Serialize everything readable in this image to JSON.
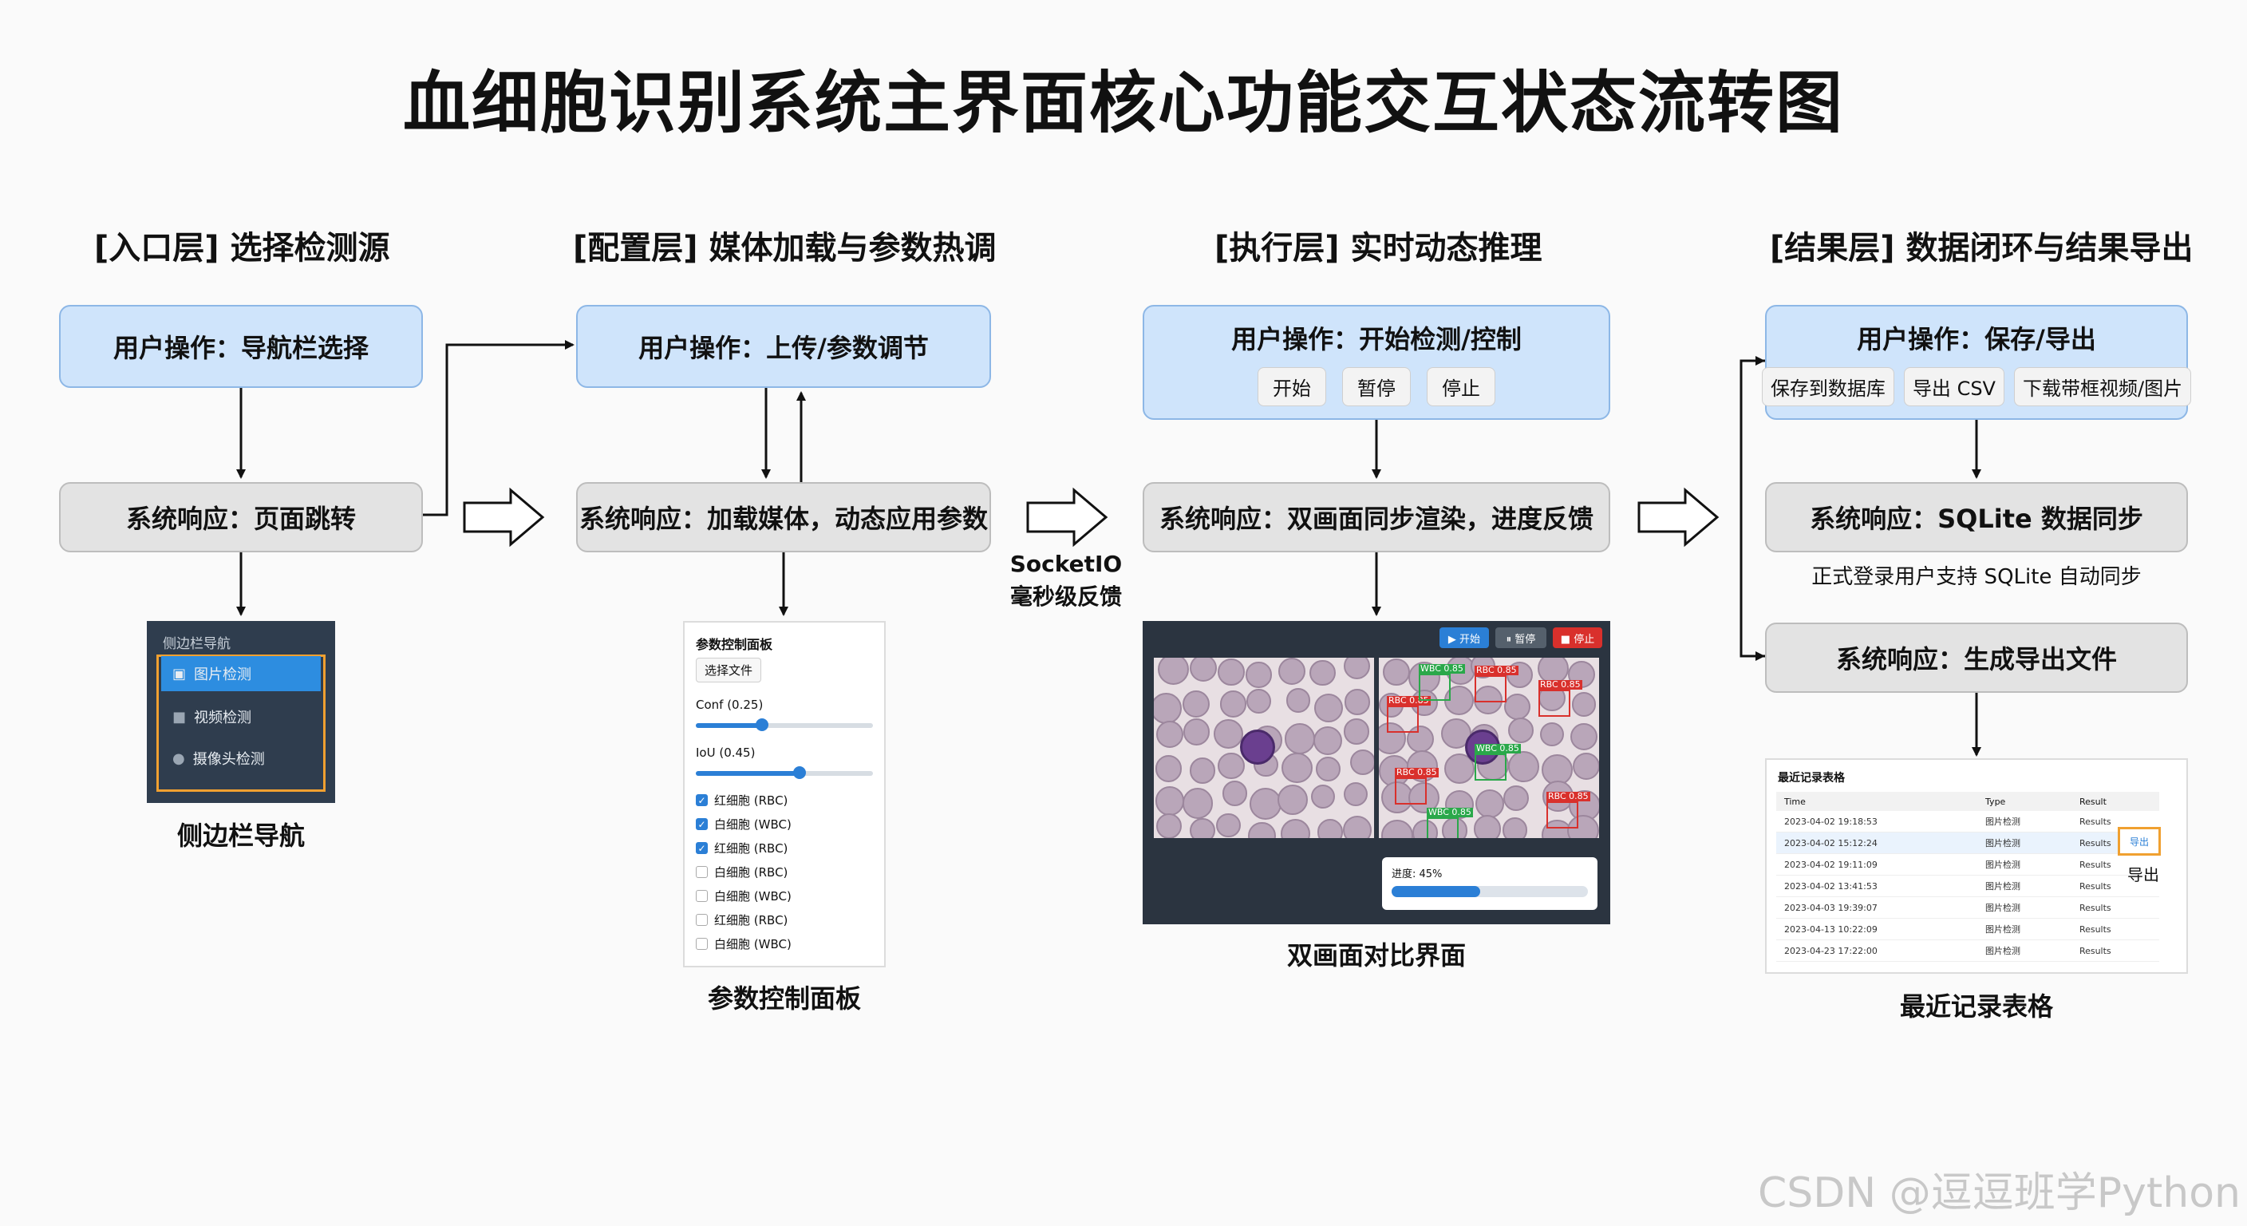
{
  "title": "血细胞识别系统主界面核心功能交互状态流转图",
  "columns": {
    "entry": {
      "title": "[入口层] 选择检测源",
      "user_action": "用户操作：导航栏选择",
      "system_response": "系统响应：页面跳转",
      "caption": "侧边栏导航",
      "sidebar": {
        "header": "侧边栏导航",
        "items": [
          {
            "label": "图片检测",
            "icon": "image-icon"
          },
          {
            "label": "视频检测",
            "icon": "video-icon"
          },
          {
            "label": "摄像头检测",
            "icon": "camera-icon"
          }
        ]
      }
    },
    "config": {
      "title": "[配置层] 媒体加载与参数热调",
      "user_action": "用户操作：上传/参数调节",
      "system_response": "系统响应：加载媒体，动态应用参数",
      "caption": "参数控制面板",
      "panel": {
        "header": "参数控制面板",
        "file_button": "选择文件",
        "conf_label": "Conf (0.25)",
        "conf_value": 0.25,
        "iou_label": "IoU (0.45)",
        "iou_value": 0.45,
        "checks": [
          {
            "label": "红细胞 (RBC)",
            "checked": true
          },
          {
            "label": "白细胞 (WBC)",
            "checked": true
          },
          {
            "label": "红细胞 (RBC)",
            "checked": true
          },
          {
            "label": "白细胞 (RBC)",
            "checked": false
          },
          {
            "label": "白细胞 (WBC)",
            "checked": false
          },
          {
            "label": "红细胞 (RBC)",
            "checked": false
          },
          {
            "label": "白细胞 (WBC)",
            "checked": false
          }
        ]
      }
    },
    "exec": {
      "title": "[执行层] 实时动态推理",
      "user_action": "用户操作：开始检测/控制",
      "buttons": [
        "开始",
        "暂停",
        "停止"
      ],
      "system_response": "系统响应：双画面同步渲染，进度反馈",
      "caption": "双画面对比界面",
      "socket_line1": "SocketIO",
      "socket_line2": "毫秒级反馈",
      "viewer": {
        "start": "▶ 开始",
        "pause": "⏸ 暂停",
        "stop": "■ 停止",
        "progress_label": "进度: 45%",
        "progress": 0.45,
        "detections": [
          {
            "label": "RBC 0.85",
            "color": "#d9302c"
          },
          {
            "label": "WBC 0.85",
            "color": "#2aa84a"
          },
          {
            "label": "RBC 0.85",
            "color": "#d9302c"
          },
          {
            "label": "RBC 0.85",
            "color": "#d9302c"
          },
          {
            "label": "WBC 0.85",
            "color": "#2aa84a"
          },
          {
            "label": "RBC 0.85",
            "color": "#d9302c"
          },
          {
            "label": "RBC 0.85",
            "color": "#d9302c"
          },
          {
            "label": "WBC 0.85",
            "color": "#2aa84a"
          }
        ]
      }
    },
    "result": {
      "title": "[结果层] 数据闭环与结果导出",
      "user_action": "用户操作：保存/导出",
      "buttons": [
        "保存到数据库",
        "导出 CSV",
        "下载带框视频/图片"
      ],
      "system_response_1": "系统响应：SQLite 数据同步",
      "note": "正式登录用户支持 SQLite 自动同步",
      "system_response_2": "系统响应：生成导出文件",
      "caption": "最近记录表格",
      "table": {
        "header": "最近记录表格",
        "columns": [
          "Time",
          "Type",
          "Result"
        ],
        "rows": [
          [
            "2023-04-02 19:18:53",
            "图片检测",
            "Results"
          ],
          [
            "2023-04-02 15:12:24",
            "图片检测",
            "Results"
          ],
          [
            "2023-04-02 19:11:09",
            "图片检测",
            "Results"
          ],
          [
            "2023-04-02 13:41:53",
            "图片检测",
            "Results"
          ],
          [
            "2023-04-03 19:39:07",
            "图片检测",
            "Results"
          ],
          [
            "2023-04-13 10:22:09",
            "图片检测",
            "Results"
          ],
          [
            "2023-04-23 17:22:00",
            "图片检测",
            "Results"
          ]
        ],
        "export_button": "导出",
        "export_label": "导出"
      }
    }
  },
  "watermark": "CSDN @逗逗班学Python"
}
